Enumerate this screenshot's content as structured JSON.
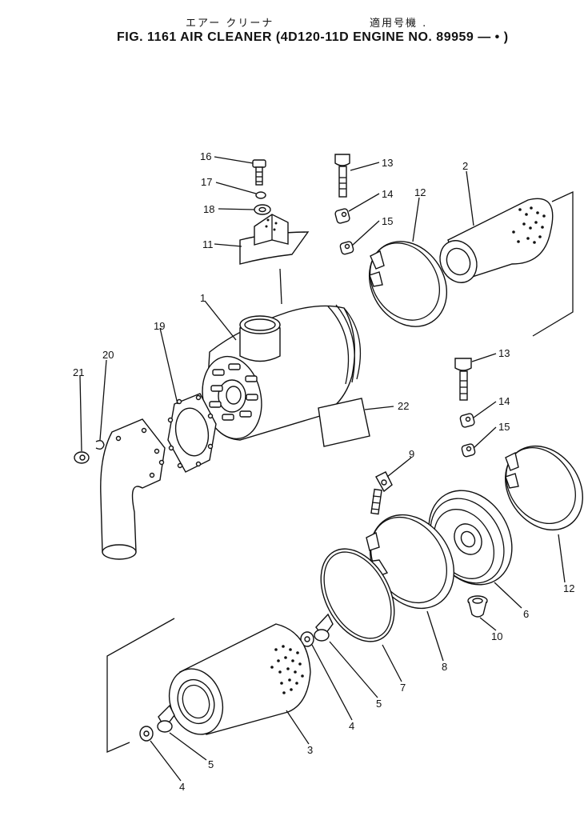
{
  "header": {
    "jp_title": "エアー クリーナ",
    "jp_subtitle": "適用号機 .",
    "fig_title": "FIG. 1161  AIR CLEANER (4D120-11D ENGINE NO. 89959 —  • )"
  },
  "callouts": {
    "c1": "1",
    "c2": "2",
    "c3": "3",
    "c4a": "4",
    "c4b": "4",
    "c5a": "5",
    "c5b": "5",
    "c6": "6",
    "c7": "7",
    "c8": "8",
    "c9": "9",
    "c10": "10",
    "c11": "11",
    "c12a": "12",
    "c12b": "12",
    "c13a": "13",
    "c13b": "13",
    "c14a": "14",
    "c14b": "14",
    "c15a": "15",
    "c15b": "15",
    "c16": "16",
    "c17": "17",
    "c18": "18",
    "c19": "19",
    "c20": "20",
    "c21": "21",
    "c22": "22"
  }
}
